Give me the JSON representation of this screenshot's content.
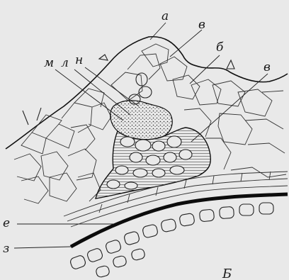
{
  "figure": {
    "labels": {
      "a": "а",
      "v_top": "в",
      "b": "б",
      "v_right": "в",
      "n": "н",
      "l": "л",
      "m": "м",
      "e": "е",
      "z": "з",
      "B": "Б"
    }
  }
}
